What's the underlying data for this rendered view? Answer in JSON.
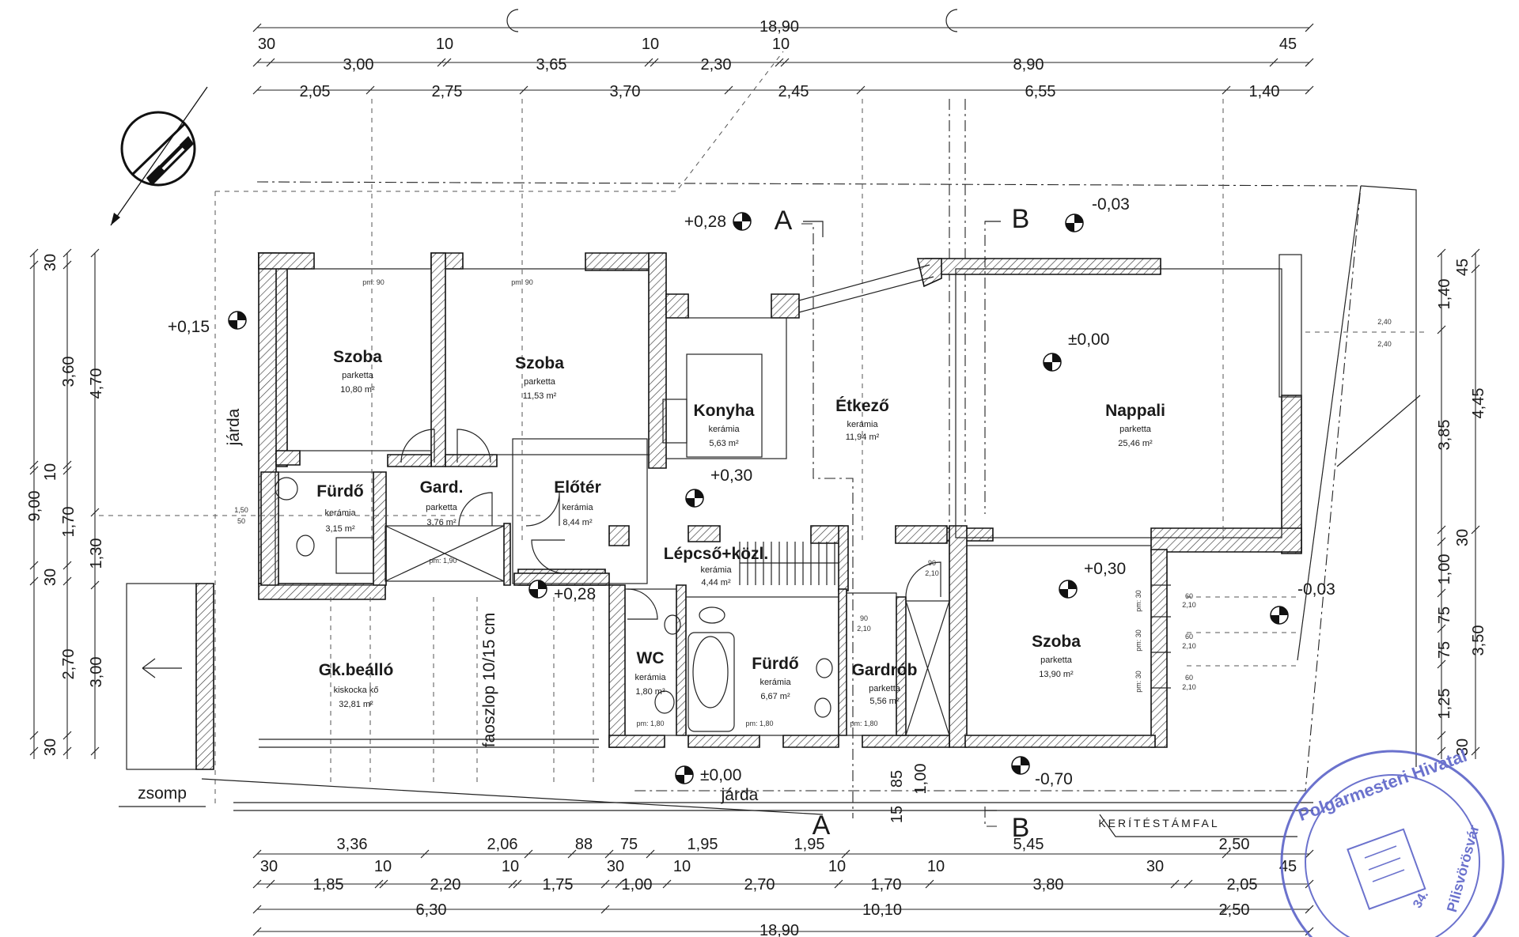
{
  "dimensions": {
    "top_total": "18,90",
    "top_row1": [
      "30",
      "10",
      "10",
      "10",
      "45"
    ],
    "top_row2": [
      "3,00",
      "3,65",
      "2,30",
      "8,90"
    ],
    "top_row3": [
      "2,05",
      "2,75",
      "3,70",
      "2,45",
      "6,55",
      "1,40"
    ],
    "bottom_row1": [
      "3,36",
      "2,06",
      "88",
      "75",
      "1,95",
      "1,95",
      "5,45",
      "2,50"
    ],
    "bottom_row2": [
      "30",
      "10",
      "10",
      "30",
      "10",
      "10",
      "10",
      "30",
      "45"
    ],
    "bottom_row3": [
      "1,85",
      "2,20",
      "1,75",
      "1,00",
      "2,70",
      "1,70",
      "3,80",
      "2,05"
    ],
    "bottom_row4": [
      "6,30",
      "10,10",
      "2,50"
    ],
    "bottom_total": "18,90",
    "left_outer": [
      "30",
      "3,60",
      "10",
      "1,70",
      "30",
      "2,70",
      "30"
    ],
    "left_mid": [
      "4,70",
      "1,30",
      "3,00"
    ],
    "left_total": "9,00",
    "right_inner": [
      "1,40",
      "3,85",
      "30",
      "1,00",
      "75",
      "75",
      "1,25",
      "30"
    ],
    "right_outer": [
      "45",
      "4,45",
      "3,50"
    ]
  },
  "rooms": [
    {
      "name": "Szoba",
      "material": "parketta",
      "area": "10,80 m²"
    },
    {
      "name": "Szoba",
      "material": "parketta",
      "area": "11,53 m²"
    },
    {
      "name": "Konyha",
      "material": "kerámia",
      "area": "5,63 m²"
    },
    {
      "name": "Étkező",
      "material": "kerámia",
      "area": "11,94 m²"
    },
    {
      "name": "Nappali",
      "material": "parketta",
      "area": "25,46 m²"
    },
    {
      "name": "Fürdő",
      "material": "kerámia",
      "area": "3,15 m²"
    },
    {
      "name": "Gard.",
      "material": "parketta",
      "area": "3,76 m²"
    },
    {
      "name": "Előtér",
      "material": "kerámia",
      "area": "8,44 m²"
    },
    {
      "name": "Lépcső+közl.",
      "material": "kerámia",
      "area": "4,44 m²"
    },
    {
      "name": "WC",
      "material": "kerámia",
      "area": "1,80 m²"
    },
    {
      "name": "Fürdő",
      "material": "kerámia",
      "area": "6,67 m²"
    },
    {
      "name": "Gardrób",
      "material": "parketta",
      "area": "5,56 m²"
    },
    {
      "name": "Szoba",
      "material": "parketta",
      "area": "13,90 m²"
    },
    {
      "name": "Gk.beálló",
      "material": "kiskocka kő",
      "area": "32,81 m²"
    }
  ],
  "levels": [
    "+0,28",
    "-0,03",
    "+0,15",
    "±0,00",
    "+0,30",
    "+0,28",
    "+0,30",
    "-0,03",
    "±0,00",
    "-0,70"
  ],
  "sections": [
    "A",
    "B",
    "A",
    "B"
  ],
  "labels": {
    "jarda_left": "járda",
    "jarda_bottom": "járda",
    "faoszlop": "faoszlop 10/15 cm",
    "zsomp": "zsomp",
    "keritestamfal": "KERÍTÉSTÁMFAL",
    "pm90": "pm: 90",
    "pm190": "pm: 1,90",
    "pm180": "pm: 1,80",
    "pm30": "pm: 30",
    "d_2_10": "2,10",
    "d_90": "90",
    "d_60": "60",
    "d_2_40": "2,40",
    "d_1_50": "1,50",
    "d_50": "50",
    "d_75": "75",
    "d_85": "85",
    "d_1_00": "1,00",
    "d_15": "15"
  },
  "stamp": {
    "line1": "Polgármesteri Hivatal",
    "line2": "Pilisvörösvár",
    "line3": "34."
  },
  "colors": {
    "line": "#1a1a1a",
    "hatch": "#3a3a3a",
    "stamp": "#5b63c8"
  }
}
